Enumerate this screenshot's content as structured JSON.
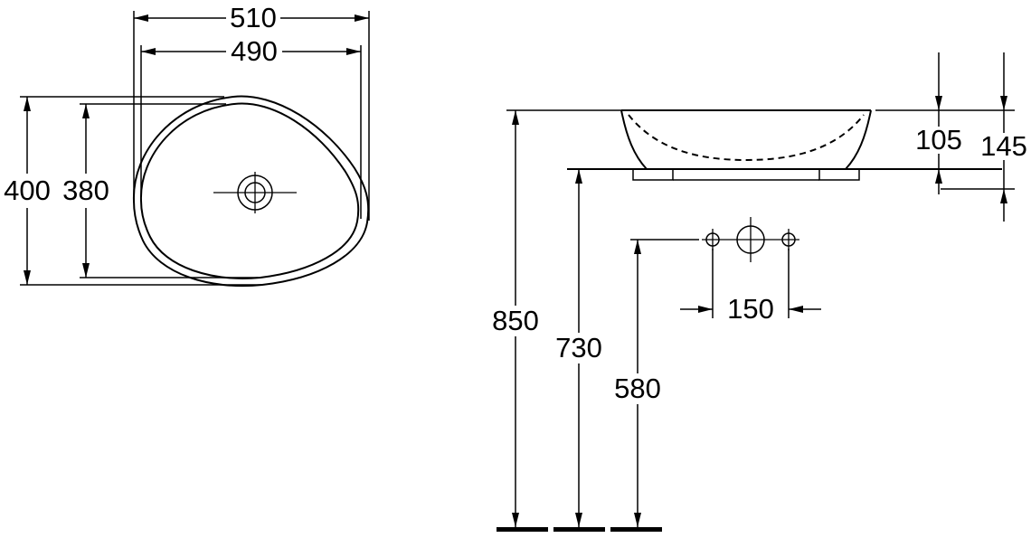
{
  "page": {
    "background": "#ffffff",
    "line_color": "#000000",
    "units": "mm"
  },
  "top_view": {
    "width_outer": "510",
    "width_inner": "490",
    "depth_outer": "400",
    "depth_inner": "380"
  },
  "side_view": {
    "height_above_counter": "105",
    "basin_total_height": "145",
    "rim_height_from_floor": "850",
    "counter_height_from_floor": "730",
    "tap_height_from_floor": "580",
    "tap_hole_spacing": "150"
  }
}
